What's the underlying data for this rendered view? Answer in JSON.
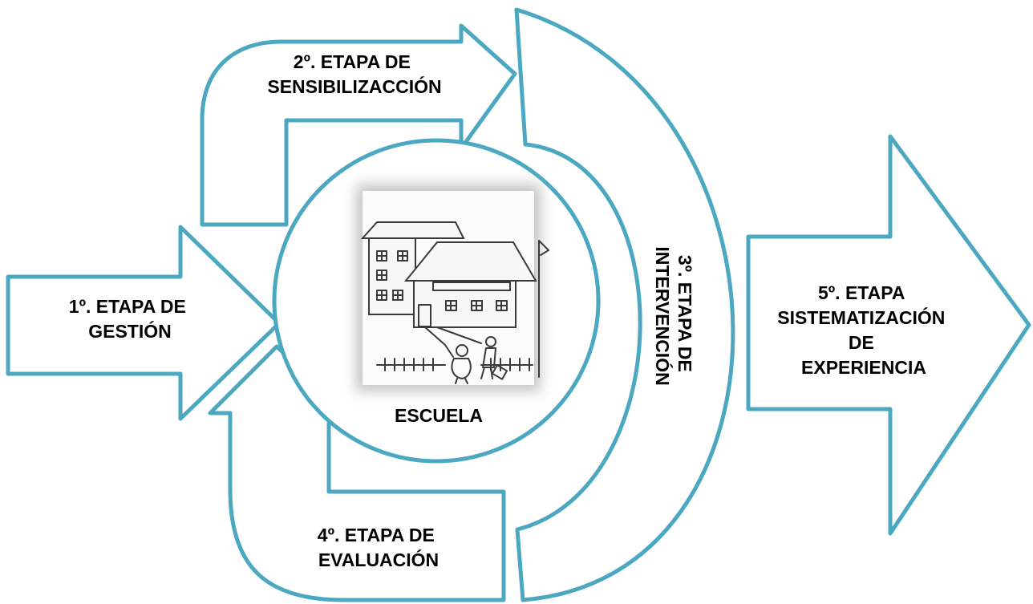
{
  "colors": {
    "accent": "#4ba8c0",
    "text": "#000000",
    "background": "#ffffff"
  },
  "stages": {
    "gestion": [
      "1º. ETAPA DE",
      "GESTIÓN"
    ],
    "sensibilizacion": [
      "2º. ETAPA DE",
      "SENSIBILIZACCIÓN"
    ],
    "intervencion": [
      "3º. ETAPA DE",
      "INTERVENCIÓN"
    ],
    "evaluacion": [
      "4º. ETAPA DE",
      "EVALUACIÓN"
    ],
    "sistematizacion": [
      "5º. ETAPA",
      "SISTEMATIZACIÓN",
      "DE",
      "EXPERIENCIA"
    ]
  },
  "center": {
    "label": "ESCUELA",
    "image": "school-sketch"
  }
}
